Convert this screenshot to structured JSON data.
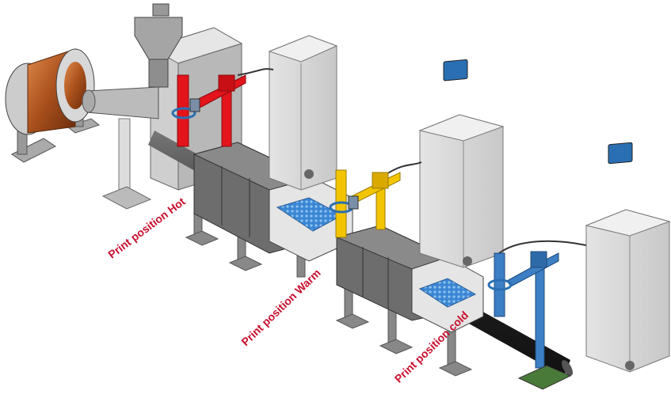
{
  "labels": {
    "hot": "Print position Hot",
    "warm": "Print position Warm",
    "cold": "Print position cold"
  },
  "colors": {
    "hot": "#e3141b",
    "warm": "#f2c500",
    "cold": "#3d7fc4",
    "label": "#c8102e",
    "water": "#3b86d4",
    "cable": "#c8642a"
  }
}
